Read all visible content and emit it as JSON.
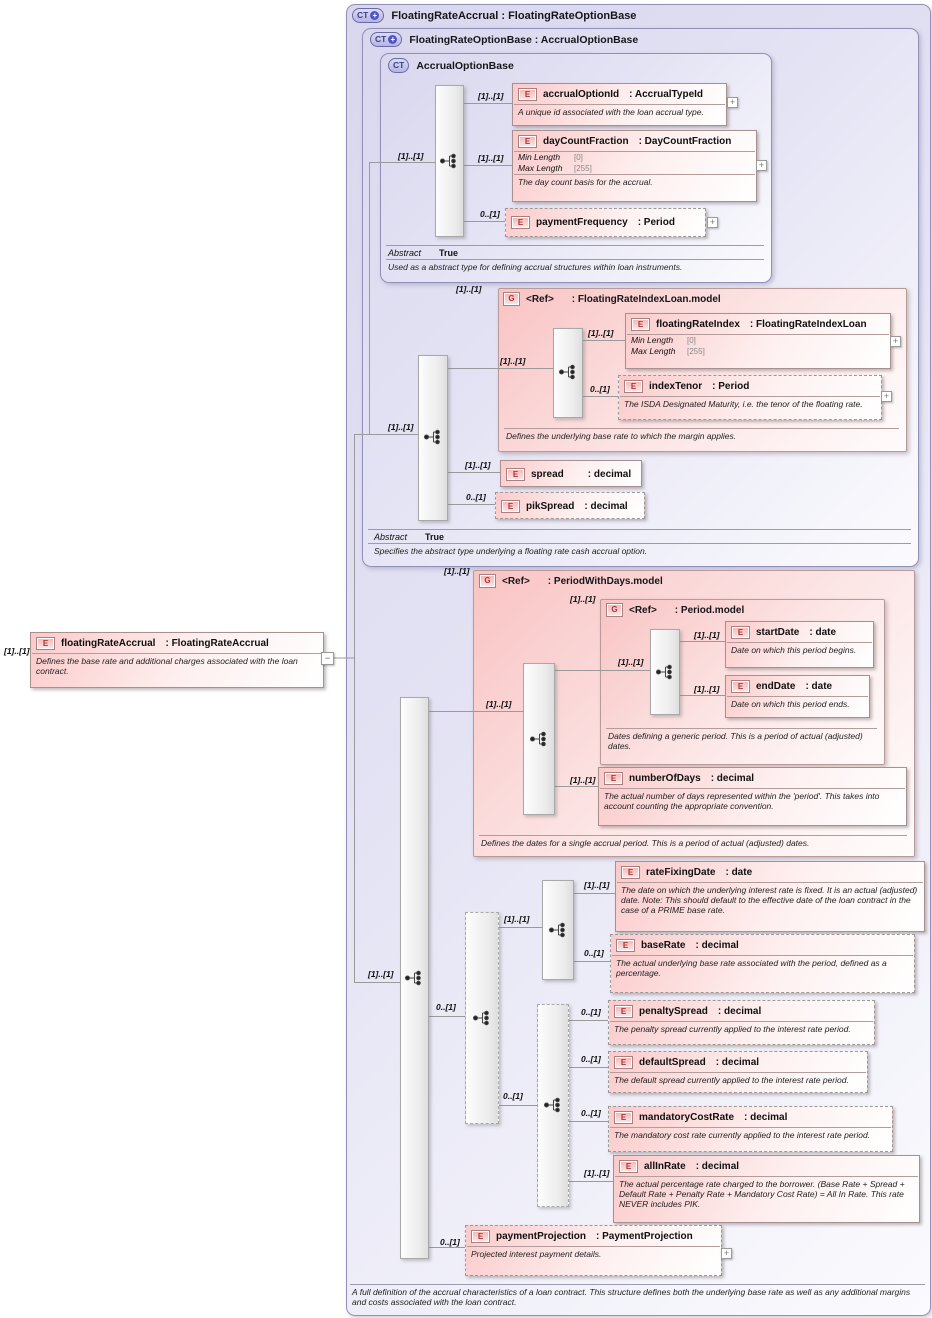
{
  "ui": {
    "plus": "+",
    "minus": "−",
    "ct": "CT",
    "e": "E",
    "g": "G"
  },
  "root": {
    "card": "[1]..[1]",
    "name": "floatingRateAccrual",
    "type": ": FloatingRateAccrual",
    "desc": "Defines the base rate and additional charges associated with the loan contract."
  },
  "outer": {
    "title": "FloatingRateAccrual : FloatingRateOptionBase",
    "footer": "A full definition of the accrual characteristics of a loan contract. This structure defines both the underlying base rate as well as any additional margins and costs associated with the loan contract."
  },
  "friob": {
    "title": "FloatingRateOptionBase : AccrualOptionBase",
    "abstract_label": "Abstract",
    "abstract_value": "True",
    "footer": "Specifies the abstract type underlying a floating rate cash accrual option."
  },
  "aob": {
    "title": "AccrualOptionBase",
    "abstract_label": "Abstract",
    "abstract_value": "True",
    "footer": "Used as a abstract type for defining accrual structures within loan instruments."
  },
  "g": {
    "fril": {
      "card": "[1]..[1]",
      "seq_card": "[1]..[1]",
      "name": "<Ref>",
      "type": ": FloatingRateIndexLoan.model",
      "footer": "Defines the underlying base rate to which the margin applies."
    },
    "pwd": {
      "card": "[1]..[1]",
      "seq_card": "[1]..[1]",
      "name": "<Ref>",
      "type": ": PeriodWithDays.model",
      "footer": "Defines the dates for a single accrual period. This is a period of actual (adjusted) dates."
    },
    "period": {
      "card": "[1]..[1]",
      "seq_card": "[1]..[1]",
      "name": "<Ref>",
      "type": ": Period.model",
      "footer": "Dates defining a generic period. This is a period of actual (adjusted) dates."
    }
  },
  "seq": {
    "aob": "[1]..[1]",
    "friob": "[1]..[1]",
    "main": "[1]..[1]",
    "opt": "0..[1]",
    "rate": "[1]..[1]",
    "spreads": "0..[1]"
  },
  "el": {
    "accrualOptionId": {
      "card": "[1]..[1]",
      "name": "accrualOptionId",
      "type": ": AccrualTypeId",
      "desc": "A unique id associated with the loan accrual type."
    },
    "dayCountFraction": {
      "card": "[1]..[1]",
      "name": "dayCountFraction",
      "type": ": DayCountFraction",
      "facets": [
        {
          "label": "Min Length",
          "value": "[0]"
        },
        {
          "label": "Max Length",
          "value": "[255]"
        }
      ],
      "desc": "The day count basis for the accrual."
    },
    "paymentFrequency": {
      "card": "0..[1]",
      "name": "paymentFrequency",
      "type": ": Period"
    },
    "floatingRateIndex": {
      "card": "[1]..[1]",
      "name": "floatingRateIndex",
      "type": ": FloatingRateIndexLoan",
      "facets": [
        {
          "label": "Min Length",
          "value": "[0]"
        },
        {
          "label": "Max Length",
          "value": "[255]"
        }
      ]
    },
    "indexTenor": {
      "card": "0..[1]",
      "name": "indexTenor",
      "type": ": Period",
      "desc": "The ISDA Designated Maturity, i.e. the tenor of the floating rate."
    },
    "spread": {
      "card": "[1]..[1]",
      "name": "spread",
      "type": ": decimal"
    },
    "pikSpread": {
      "card": "0..[1]",
      "name": "pikSpread",
      "type": ": decimal"
    },
    "startDate": {
      "card": "[1]..[1]",
      "name": "startDate",
      "type": ": date",
      "desc": "Date on which this period begins."
    },
    "endDate": {
      "card": "[1]..[1]",
      "name": "endDate",
      "type": ": date",
      "desc": "Date on which this period ends."
    },
    "numberOfDays": {
      "card": "[1]..[1]",
      "name": "numberOfDays",
      "type": ": decimal",
      "desc": "The actual number of days represented within the 'period'. This takes into account counting the appropriate convention."
    },
    "rateFixingDate": {
      "card": "[1]..[1]",
      "name": "rateFixingDate",
      "type": ": date",
      "desc": "The date on which the underlying interest rate is fixed. It is an actual (adjusted) date. Note: This should default to the effective date of the loan contract in the case of a PRIME base rate."
    },
    "baseRate": {
      "card": "0..[1]",
      "name": "baseRate",
      "type": ": decimal",
      "desc": "The actual underlying base rate associated with the period, defined as a percentage."
    },
    "penaltySpread": {
      "card": "0..[1]",
      "name": "penaltySpread",
      "type": ": decimal",
      "desc": "The penalty spread currently applied to the interest rate period."
    },
    "defaultSpread": {
      "card": "0..[1]",
      "name": "defaultSpread",
      "type": ": decimal",
      "desc": "The default spread currently applied to the interest rate period."
    },
    "mandatoryCostRate": {
      "card": "0..[1]",
      "name": "mandatoryCostRate",
      "type": ": decimal",
      "desc": "The mandatory cost rate currently applied to the interest rate period."
    },
    "allInRate": {
      "card": "[1]..[1]",
      "name": "allInRate",
      "type": ": decimal",
      "desc": "The actual percentage rate charged to the borrower. (Base Rate + Spread + Default Rate + Penalty Rate + Mandatory Cost Rate) = All In Rate. This rate NEVER includes PIK."
    },
    "paymentProjection": {
      "card": "0..[1]",
      "name": "paymentProjection",
      "type": ": PaymentProjection",
      "desc": "Projected interest payment details."
    }
  }
}
